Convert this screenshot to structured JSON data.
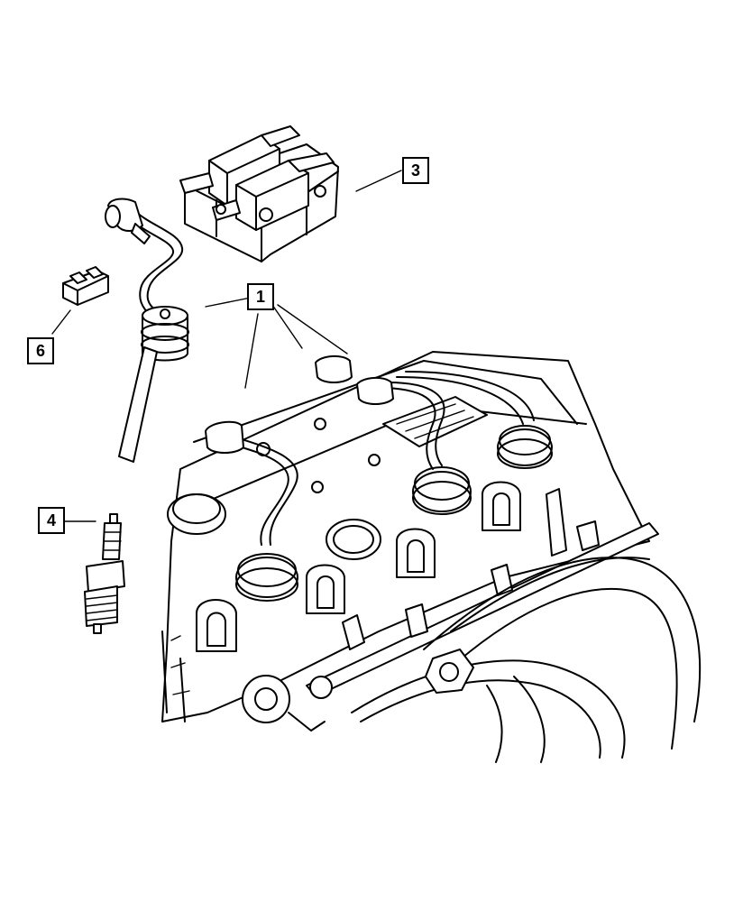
{
  "callouts": {
    "c1": "1",
    "c3": "3",
    "c4": "4",
    "c6": "6"
  },
  "colors": {
    "line": "#000000",
    "background": "#ffffff"
  },
  "parts": [
    "ignition-coil",
    "ignition-wire-set",
    "spark-plug",
    "wire-clip",
    "engine-cylinder-head"
  ]
}
